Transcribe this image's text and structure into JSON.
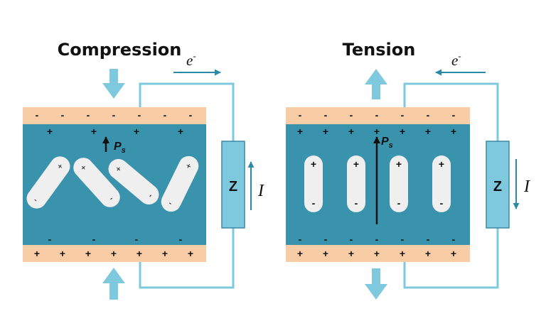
{
  "colors": {
    "electrode": "#f8cca4",
    "material": "#3a93ad",
    "circuit": "#7ec9de",
    "impedance_fill": "#7ec9de",
    "impedance_stroke": "#3a8aa3",
    "dipole": "#efefef",
    "current_arrow": "#2d8aa6",
    "force_arrow": "#7ec9de",
    "text": "#111111"
  },
  "panels": [
    {
      "title": "Compression",
      "impedance": "Z",
      "current": "I",
      "electron": "e",
      "electron_sup": "-",
      "polarization": "P",
      "polarization_sub": "s",
      "force_direction": "inward",
      "electron_flow": "right",
      "current_direction": "up",
      "top_electrode_sign": "-",
      "top_surface_sign": "+",
      "bottom_surface_sign": "-",
      "bottom_electrode_sign": "+",
      "dipole_top_sign": "+",
      "dipole_bottom_sign": "-"
    },
    {
      "title": "Tension",
      "impedance": "Z",
      "current": "I",
      "electron": "e",
      "electron_sup": "-",
      "polarization": "P",
      "polarization_sub": "s",
      "force_direction": "outward",
      "electron_flow": "left",
      "current_direction": "down",
      "top_electrode_sign": "-",
      "top_surface_sign": "+",
      "bottom_surface_sign": "-",
      "bottom_electrode_sign": "+",
      "dipole_top_sign": "+",
      "dipole_bottom_sign": "-"
    }
  ]
}
